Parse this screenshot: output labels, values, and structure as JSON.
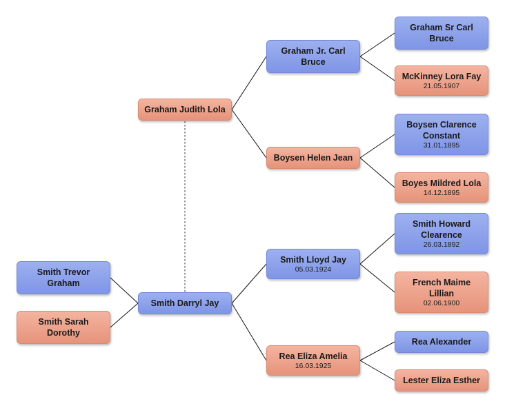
{
  "people": {
    "trevor": {
      "name": "Smith Trevor Graham",
      "date": ""
    },
    "sarah": {
      "name": "Smith Sarah Dorothy",
      "date": ""
    },
    "darryl": {
      "name": "Smith Darryl Jay",
      "date": ""
    },
    "judith": {
      "name": "Graham Judith Lola",
      "date": ""
    },
    "carljr": {
      "name": "Graham Jr. Carl Bruce",
      "date": ""
    },
    "helen": {
      "name": "Boysen Helen Jean",
      "date": ""
    },
    "lloyd": {
      "name": "Smith Lloyd Jay",
      "date": "05.03.1924"
    },
    "rea": {
      "name": "Rea Eliza Amelia",
      "date": "16.03.1925"
    },
    "carlsr": {
      "name": "Graham Sr Carl Bruce",
      "date": ""
    },
    "lora": {
      "name": "McKinney Lora Fay",
      "date": "21.05.1907"
    },
    "clarence": {
      "name": "Boysen Clarence Constant",
      "date": "31.01.1895"
    },
    "mildred": {
      "name": "Boyes Mildred Lola",
      "date": "14.12.1895"
    },
    "howard": {
      "name": "Smith Howard Clearence",
      "date": "26.03.1892"
    },
    "maime": {
      "name": "French Maime Lillian",
      "date": "02.06.1900"
    },
    "alex": {
      "name": "Rea Alexander",
      "date": ""
    },
    "esther": {
      "name": "Lester Eliza Esther",
      "date": ""
    }
  },
  "colors": {
    "male": "#8aa0ec",
    "female": "#eda28a",
    "line": "#111111",
    "spouse_line": "#555555"
  }
}
